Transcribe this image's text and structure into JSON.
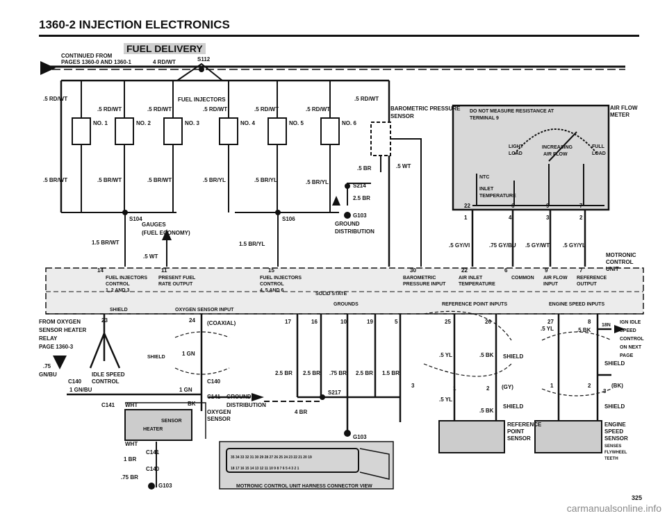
{
  "header": {
    "title": "1360-2  INJECTION ELECTRONICS",
    "banner": "FUEL DELIVERY",
    "page_no": "325"
  },
  "watermark": "carmanualsonline.info",
  "labels": {
    "continued": "CONTINUED FROM",
    "pages": "PAGES 1360-0 AND 1360-1",
    "b_marker": "B",
    "rdwt4": "4 RD/WT",
    "s112": "S112",
    "rdwt5": ".5 RD/WT",
    "brwt5": ".5 BR/WT",
    "bryl5": ".5 BR/YL",
    "brwt15": "1.5 BR/WT",
    "bryl15": "1.5 BR/YL",
    "fuel_injectors": "FUEL INJECTORS",
    "no1": "NO. 1",
    "no2": "NO. 2",
    "no3": "NO. 3",
    "no4": "NO. 4",
    "no5": "NO. 5",
    "no6": "NO. 6",
    "s104": "S104",
    "s106": "S106",
    "gauges": "GAUGES",
    "fuel_economy": "(FUEL ECONOMY)",
    "wt5": ".5 WT",
    "baro": "BAROMETRIC PRESSURE",
    "sensor": "SENSOR",
    "s214": "S214",
    "br25": "2.5 BR",
    "g103": "G103",
    "ground": "GROUND",
    "distribution": "DISTRIBUTION",
    "br5": ".5 BR",
    "do_not": "DO NOT MEASURE RESISTANCE AT",
    "terminal": "TERMINAL 9",
    "light": "LIGHT",
    "load": "LOAD",
    "increasing": "INCREASING",
    "air_flow": "AIR FLOW",
    "full": "FULL",
    "ntc": "NTC",
    "inlet": "INLET",
    "temperature": "TEMPERATURE",
    "afm": "AIR FLOW",
    "meter": "METER",
    "gyvi": ".5 GY/VI",
    "gybu": ".75 GY/BU",
    "gywt": ".5 GY/WT",
    "gyyl": ".5 GY/YL",
    "motronic": "MOTRONIC",
    "control": "CONTROL",
    "unit": "UNIT",
    "fi_ctrl_a": "FUEL INJECTORS",
    "fi_ctrl_b": "CONTROL",
    "fi_ctrl_c": "1, 2 AND 3",
    "pfro_a": "PRESENT FUEL",
    "pfro_b": "RATE OUTPUT",
    "fi_ctrl_d": "4, 5 AND 6",
    "solid_state": "SOLID STATE",
    "baro_in_a": "BAROMETRIC",
    "baro_in_b": "PRESSURE INPUT",
    "air_inlet_a": "AIR INLET",
    "air_inlet_b": "TEMPERATURE",
    "common": "COMMON",
    "afi_a": "AIR FLOW",
    "afi_b": "INPUT",
    "ref_out_a": "REFERENCE",
    "ref_out_b": "OUTPUT",
    "shield": "SHIELD",
    "o2_input": "OXYGEN SENSOR INPUT",
    "grounds": "GROUNDS",
    "ref_point": "REFERENCE POINT INPUTS",
    "eng_speed": "ENGINE SPEED INPUTS",
    "from_o2_a": "FROM OXYGEN",
    "from_o2_b": "SENSOR HEATER",
    "from_o2_c": "RELAY",
    "from_o2_d": "PAGE 1360-3",
    "coaxial": "(COAXIAL)",
    "gn1": "1 GN",
    "v_marker": "V",
    "gnbu75a": ".75",
    "gnbu75b": "GN/BU",
    "idle_a": "IDLE SPEED",
    "idle_b": "CONTROL",
    "c140": "C140",
    "gnbu1": "1 GN/BU",
    "c141": "C141",
    "wht": "WHT",
    "bk": "BK",
    "o2_a": "OXYGEN",
    "o2_b": "SENSOR",
    "sensor_w": "SENSOR",
    "heater": "HEATER",
    "br1": "1 BR",
    "br75": ".75 BR",
    "br25b": "2.5 BR",
    "br75b": ".75 BR",
    "br15": "1.5 BR",
    "s217": "S217",
    "br4": "4 BR",
    "yl5": ".5 YL",
    "bk5": ".5 BK",
    "gy": "(GY)",
    "bk_paren": "(BK)",
    "ref_a": "REFERENCE",
    "ref_b": "POINT",
    "ref_c": "SENSOR",
    "eng_a": "ENGINE",
    "eng_b": "SPEED",
    "eng_c": "SENSOR",
    "eng_d": "SENSES",
    "eng_e": "FLYWHEEL",
    "eng_f": "TEETH",
    "ign_a": "IGN IDLE",
    "ign_b": "SPEED",
    "ign_c": "CONTROL",
    "ign_d": "ON NEXT",
    "ign_e": "PAGE",
    "n18": "18N",
    "harness": "MOTRONIC CONTROL UNIT HARNESS CONNECTOR VIEW",
    "pin_row1": "35 34 33 32 31 30 29 28 27 26 25 24 23 22 21 20 19",
    "pin_row2": "18 17 16 15 14 13 12 11 10 9 8 7 6 5 4 3 2 1"
  },
  "pins": {
    "p14": "14",
    "p11": "11",
    "p15": "15",
    "p30": "30",
    "p22": "22",
    "p6": "6",
    "p9": "9",
    "p7": "7",
    "p23": "23",
    "p24": "24",
    "p17": "17",
    "p16": "16",
    "p10": "10",
    "p19": "19",
    "p5": "5",
    "p25": "25",
    "p26": "26",
    "p27": "27",
    "p8": "8",
    "t1": "1",
    "t2": "2",
    "t3": "3",
    "t4": "4"
  }
}
